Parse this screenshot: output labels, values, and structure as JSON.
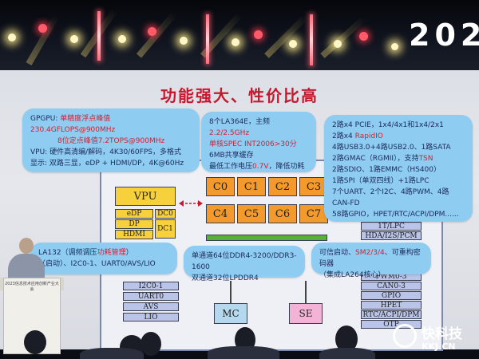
{
  "year_text": "202",
  "slide_title": "功能强大、性价比高",
  "gpu_bubble": {
    "line1_label": "GPGPU: ",
    "line1_value": "单精度浮点峰值230.4GFLOPS@900MHz",
    "line2_value": "8位定点峰值7.2TOPS@900MHz",
    "line3": "VPU: 硬件高清编/解码，4K30/60FPS，多格式",
    "line4": "显示: 双路三显，eDP + HDMI/DP，4K@60Hz"
  },
  "cpu_bubble": {
    "line1_prefix": "8个LA364E，主频",
    "line1_value": "2.2/2.5GHz",
    "line2": "单核SPEC INT2006>30分",
    "line3": "6MB共享缓存",
    "line4_prefix": "最低工作电压",
    "line4_value": "0.7V",
    "line4_suffix": "，降低功耗"
  },
  "io_bubble": {
    "l1": "2路x4 PCIE，1x4/4x1和1x4/2x1",
    "l2_prefix": "2路x4 ",
    "l2_value": "RapidIO",
    "l3": "4路USB3.0+4路USB2.0、1路SATA",
    "l4_prefix": "2路GMAC（RGMII），支持",
    "l4_value": "TSN",
    "l5": "2路SDIO、1路EMMC（HS400）",
    "l6": "1路SPI（单双四线）+1路LPC",
    "l7": "7个UART、2个I2C、4路PWM、4路CAN-FD",
    "l8": "58路GPIO，HPET/RTC/ACPI/DPM......"
  },
  "left_bubble": {
    "l1_prefix": "LA132（调频调压",
    "l1_value": "功耗管理",
    "l1_suffix": "）",
    "l2": "（启动）、I2C0-1、UART0/AVS/LIO"
  },
  "mem_bubble": {
    "l1": "单通道64位DDR4-3200/DDR3-1600",
    "l2": "双通道32位LPDDR4"
  },
  "se_bubble": {
    "l1_prefix": "可信启动、",
    "l1_value": "SM2/3/4",
    "l1_suffix": "、可重构密码器",
    "l2": "（集成LA264核心）"
  },
  "gpu_block": "VPU",
  "display_blocks": [
    "eDP",
    "DC0",
    "DP",
    "DC1",
    "HDMI"
  ],
  "cores": [
    "C0",
    "C1",
    "C2",
    "C3",
    "C4",
    "C5",
    "C6",
    "C7"
  ],
  "left_io_blocks": [
    "I2C0-1",
    "UART0",
    "AVS",
    "LIO"
  ],
  "right_io_blocks": [
    "1T/LPC",
    "HDA/I2S/PCM",
    "PWM0-3",
    "CAN0-3",
    "GPIO",
    "HPET",
    "RTC/ACPI/DPM",
    "OTP"
  ],
  "mc_label": "MC",
  "se_label": "SE",
  "podium_text": "2023信息技术应用创新产业大会",
  "logo_main": "快科技",
  "logo_sub": "KKJ.CN"
}
